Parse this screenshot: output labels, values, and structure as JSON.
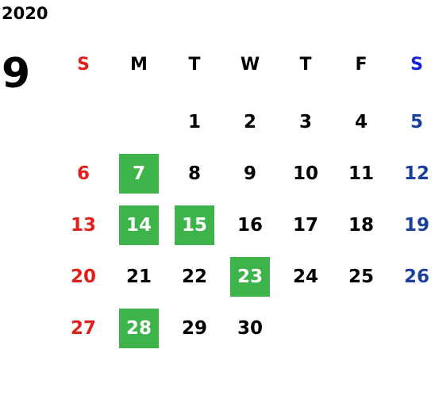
{
  "year": "2020",
  "month": "9",
  "weekday_headers": [
    "S",
    "M",
    "T",
    "W",
    "T",
    "F",
    "S"
  ],
  "colors": {
    "sunday": "#e0201b",
    "saturday": "#1b3f9c",
    "saturday_header": "#1522d8",
    "highlight": "#3cb44a"
  },
  "weeks": [
    [
      "",
      "",
      "1",
      "2",
      "3",
      "4",
      "5"
    ],
    [
      "6",
      "7",
      "8",
      "9",
      "10",
      "11",
      "12"
    ],
    [
      "13",
      "14",
      "15",
      "16",
      "17",
      "18",
      "19"
    ],
    [
      "20",
      "21",
      "22",
      "23",
      "24",
      "25",
      "26"
    ],
    [
      "27",
      "28",
      "29",
      "30",
      "",
      "",
      ""
    ]
  ],
  "highlighted_days": [
    "7",
    "14",
    "15",
    "23",
    "28"
  ]
}
